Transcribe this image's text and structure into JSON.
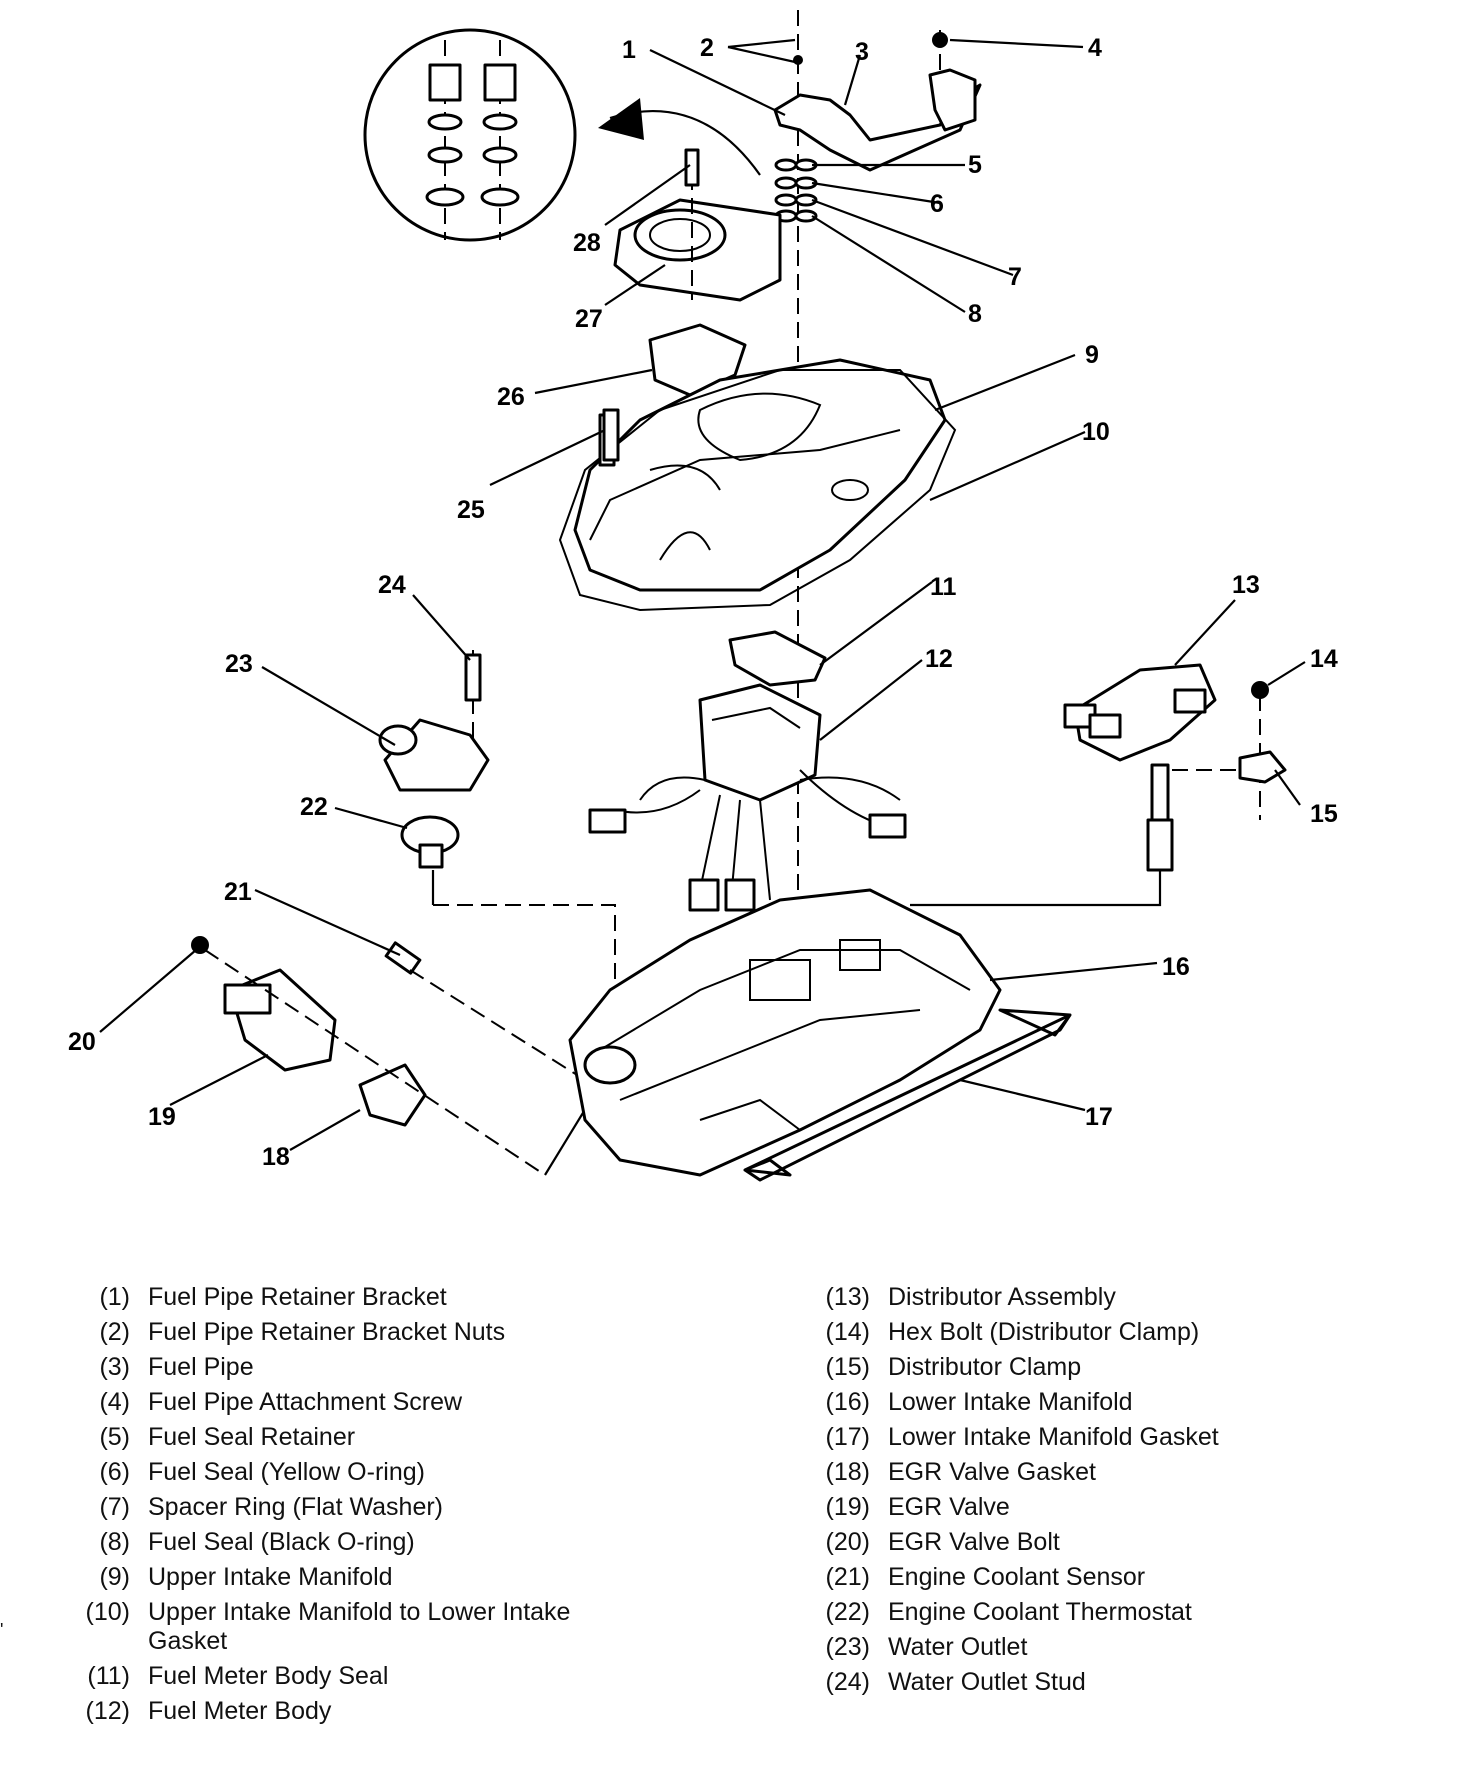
{
  "callouts": [
    "1",
    "2",
    "3",
    "4",
    "5",
    "6",
    "7",
    "8",
    "9",
    "10",
    "11",
    "12",
    "13",
    "14",
    "15",
    "16",
    "17",
    "18",
    "19",
    "20",
    "21",
    "22",
    "23",
    "24",
    "25",
    "26",
    "27",
    "28"
  ],
  "legend": {
    "left": [
      {
        "num": "(1)",
        "text": "Fuel Pipe Retainer Bracket"
      },
      {
        "num": "(2)",
        "text": "Fuel Pipe Retainer Bracket Nuts"
      },
      {
        "num": "(3)",
        "text": "Fuel Pipe"
      },
      {
        "num": "(4)",
        "text": "Fuel Pipe Attachment Screw"
      },
      {
        "num": "(5)",
        "text": "Fuel Seal Retainer"
      },
      {
        "num": "(6)",
        "text": "Fuel Seal (Yellow O-ring)"
      },
      {
        "num": "(7)",
        "text": "Spacer Ring (Flat Washer)"
      },
      {
        "num": "(8)",
        "text": "Fuel Seal (Black O-ring)"
      },
      {
        "num": "(9)",
        "text": "Upper Intake Manifold"
      },
      {
        "num": "(10)",
        "text": "Upper Intake Manifold to Lower Intake Gasket"
      },
      {
        "num": "(11)",
        "text": "Fuel Meter Body Seal"
      },
      {
        "num": "(12)",
        "text": "Fuel Meter Body"
      }
    ],
    "right": [
      {
        "num": "(13)",
        "text": "Distributor Assembly"
      },
      {
        "num": "(14)",
        "text": "Hex Bolt (Distributor Clamp)"
      },
      {
        "num": "(15)",
        "text": "Distributor Clamp"
      },
      {
        "num": "(16)",
        "text": "Lower Intake Manifold"
      },
      {
        "num": "(17)",
        "text": "Lower Intake Manifold Gasket"
      },
      {
        "num": "(18)",
        "text": "EGR Valve Gasket"
      },
      {
        "num": "(19)",
        "text": "EGR Valve"
      },
      {
        "num": "(20)",
        "text": "EGR Valve Bolt"
      },
      {
        "num": "(21)",
        "text": "Engine Coolant Sensor"
      },
      {
        "num": "(22)",
        "text": "Engine Coolant Thermostat"
      },
      {
        "num": "(23)",
        "text": "Water Outlet"
      },
      {
        "num": "(24)",
        "text": "Water Outlet Stud"
      }
    ]
  },
  "stray_mark": "'"
}
